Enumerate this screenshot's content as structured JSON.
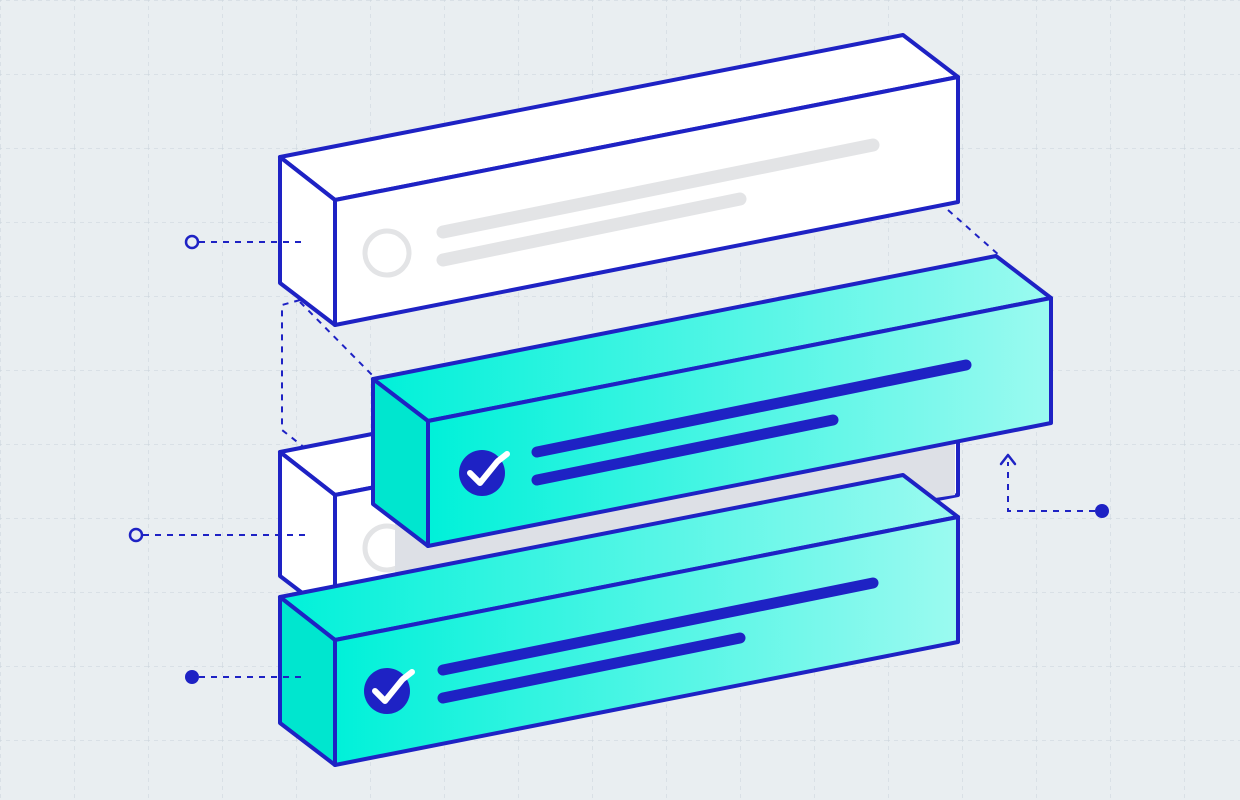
{
  "colors": {
    "background": "#e9eef1",
    "grid": "#c9d3db",
    "stroke": "#1e22c4",
    "white_face": "#ffffff",
    "placeholder": "#e3e4e6",
    "teal_start": "#00f1d9",
    "teal_end": "#9bfaf0",
    "check_circle": "#1e22c4",
    "check_mark": "#ffffff"
  },
  "rows": [
    {
      "name": "task-row-1",
      "state": "unchecked",
      "icon": "empty-circle-icon"
    },
    {
      "name": "task-row-2",
      "state": "checked",
      "icon": "checkmark-circle-icon"
    },
    {
      "name": "task-row-3",
      "state": "unchecked",
      "icon": "empty-circle-icon"
    },
    {
      "name": "task-row-4",
      "state": "checked",
      "icon": "checkmark-circle-icon"
    }
  ],
  "connectors": [
    {
      "name": "connector-row-1",
      "marker": "hollow-dot-icon"
    },
    {
      "name": "connector-row-3",
      "marker": "hollow-dot-icon"
    },
    {
      "name": "connector-row-4",
      "marker": "filled-dot-icon"
    },
    {
      "name": "connector-row-2",
      "marker": "filled-dot-icon"
    }
  ]
}
